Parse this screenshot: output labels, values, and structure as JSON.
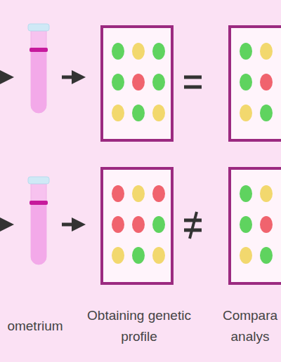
{
  "diagram": {
    "labels": [
      "ometrium",
      "Obtaining genetic profile",
      "Compara analys"
    ]
  }
}
